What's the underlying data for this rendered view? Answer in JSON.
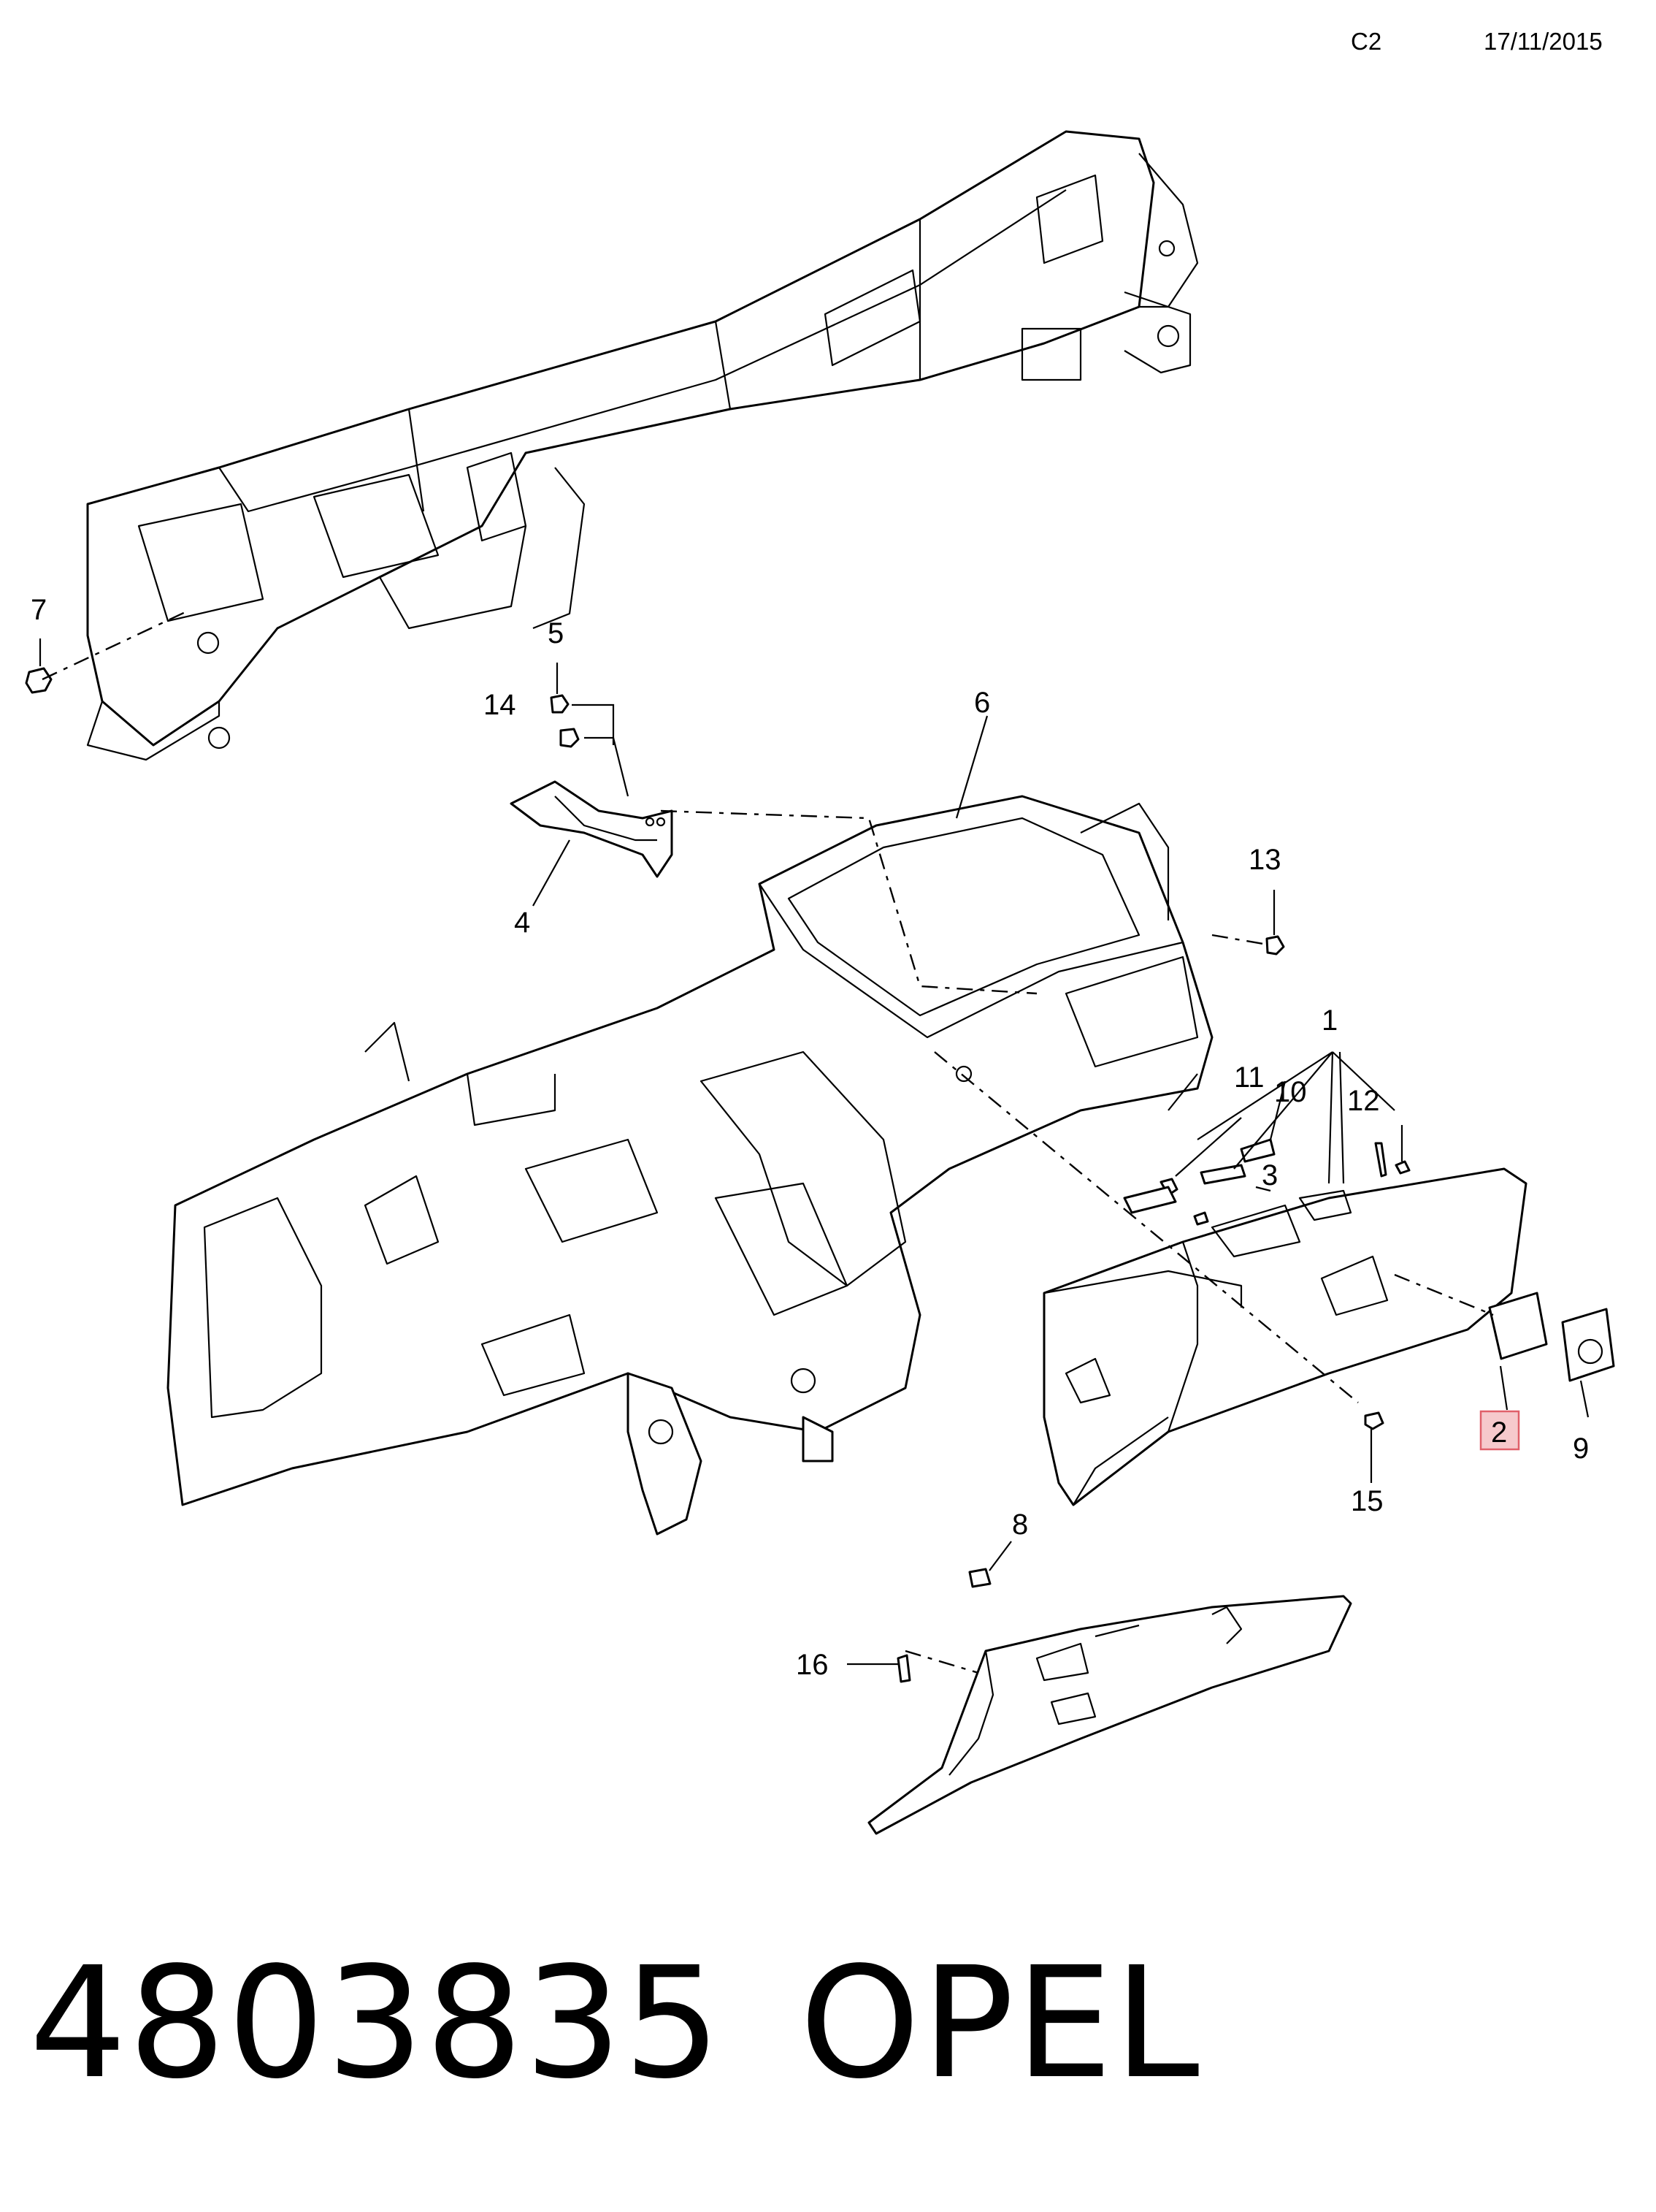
{
  "header": {
    "page_code": "C2",
    "date": "17/11/2015"
  },
  "callouts": {
    "c1": "1",
    "c2": "2",
    "c3": "3",
    "c4": "4",
    "c5": "5",
    "c6": "6",
    "c7": "7",
    "c8": "8",
    "c9": "9",
    "c10": "10",
    "c11": "11",
    "c12": "12",
    "c13": "13",
    "c14": "14",
    "c15": "15",
    "c16": "16"
  },
  "highlight": {
    "part": "2",
    "color": "#f4c6c6",
    "border": "#e06070"
  },
  "footer": {
    "part_number": "4803835",
    "brand": "OPEL"
  }
}
